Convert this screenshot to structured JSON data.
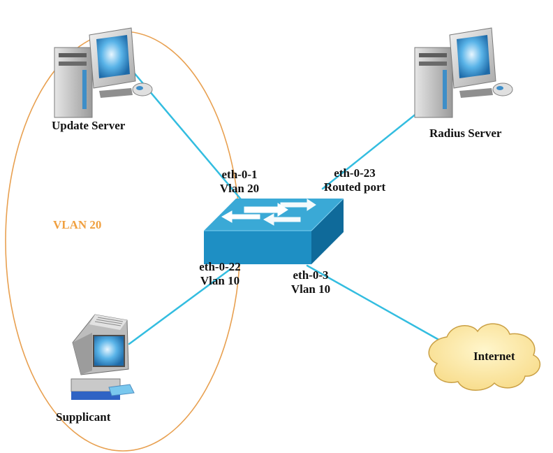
{
  "nodes": {
    "update_server": "Update Server",
    "radius_server": "Radius Server",
    "supplicant": "Supplicant",
    "internet": "Internet"
  },
  "ports": {
    "eth_0_1": {
      "name": "eth-0-1",
      "vlan": "Vlan 20"
    },
    "eth_0_23": {
      "name": "eth-0-23",
      "mode": "Routed port"
    },
    "eth_0_22": {
      "name": "eth-0-22",
      "vlan": "Vlan 10"
    },
    "eth_0_3": {
      "name": "eth-0-3",
      "vlan": "Vlan 10"
    }
  },
  "vlan_group": {
    "label": "VLAN 20"
  },
  "colors": {
    "link": "#33bde0",
    "vlan_ellipse": "#e8a050",
    "switch_top": "#3aa9d6",
    "switch_front": "#1e8fc4",
    "switch_side": "#0f6a9a",
    "cloud_fill": "#fde7a0",
    "cloud_stroke": "#caa045"
  }
}
